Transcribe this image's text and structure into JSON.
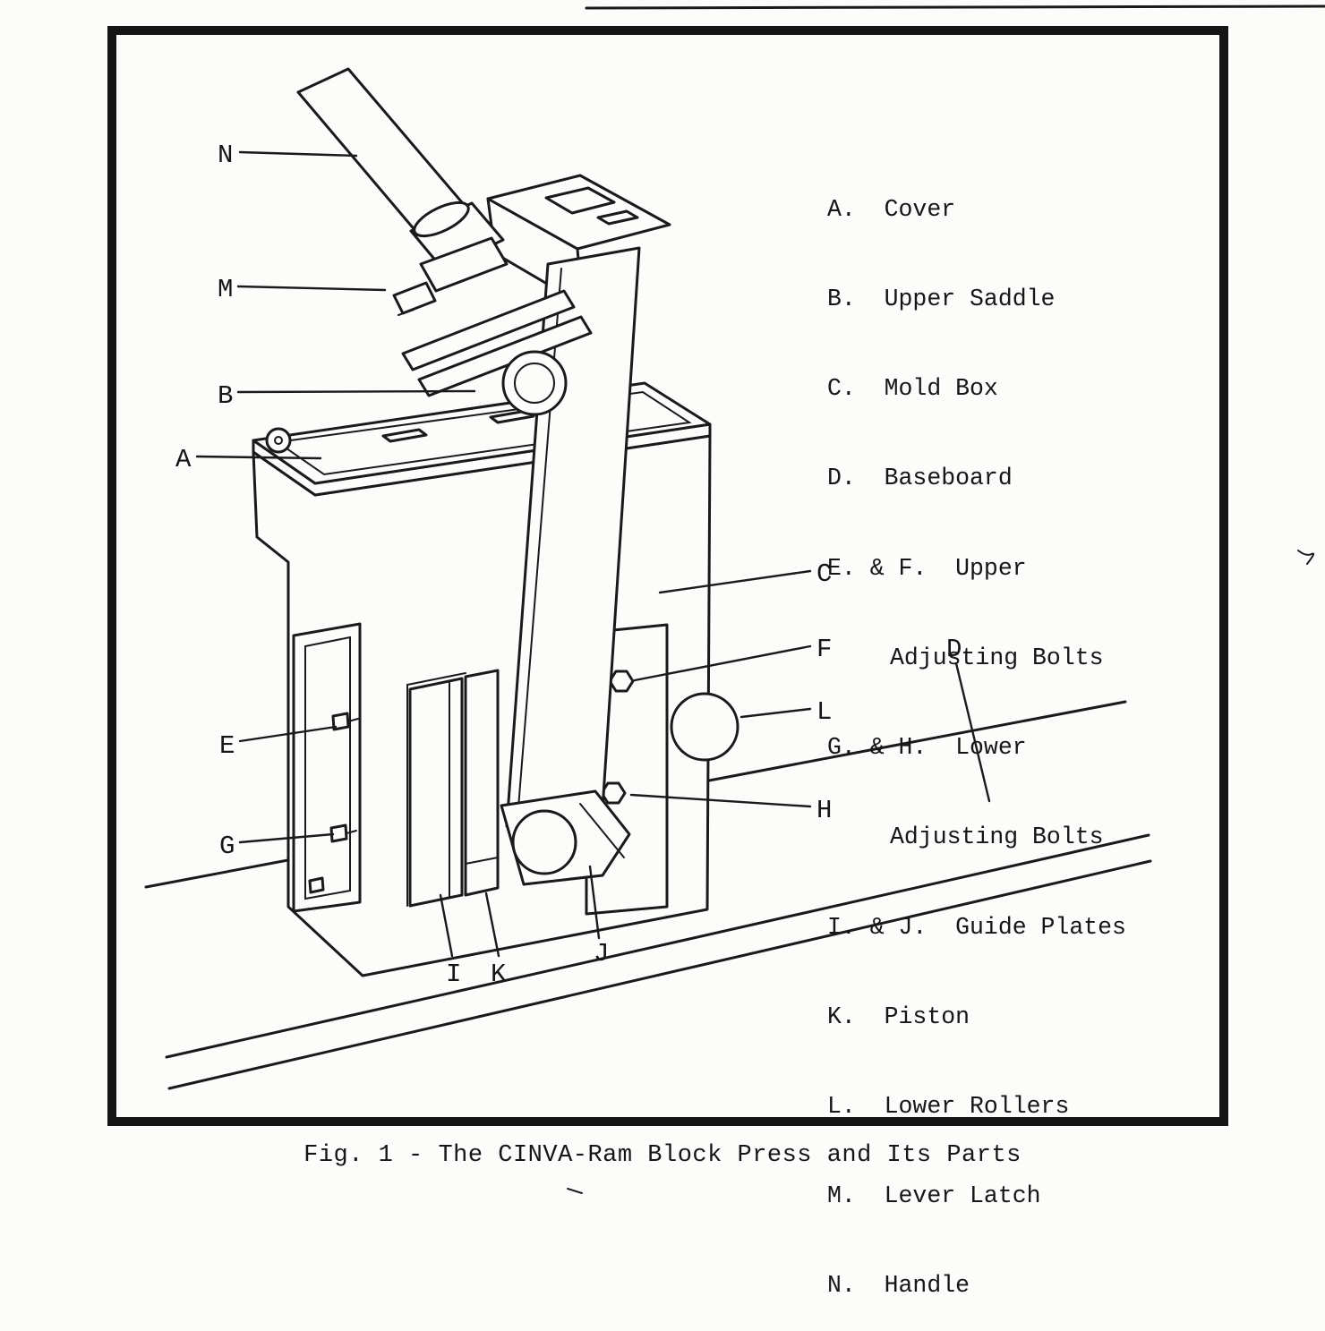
{
  "figure": {
    "caption": "Fig. 1 - The CINVA-Ram Block Press and Its Parts"
  },
  "legend": {
    "lines": [
      "A.  Cover",
      "B.  Upper Saddle",
      "C.  Mold Box",
      "D.  Baseboard",
      "E. & F.  Upper",
      "Adjusting Bolts",
      "G. & H.  Lower",
      "Adjusting Bolts",
      "I. & J.  Guide Plates",
      "K.  Piston",
      "L.  Lower Rollers",
      "M.  Lever Latch",
      "N.  Handle"
    ]
  },
  "part_labels": {
    "n": "N",
    "m": "M",
    "b": "B",
    "a": "A",
    "c": "C",
    "f": "F",
    "l": "L",
    "h": "H",
    "d": "D",
    "e": "E",
    "g": "G",
    "i": "I",
    "k": "K",
    "j": "J"
  }
}
